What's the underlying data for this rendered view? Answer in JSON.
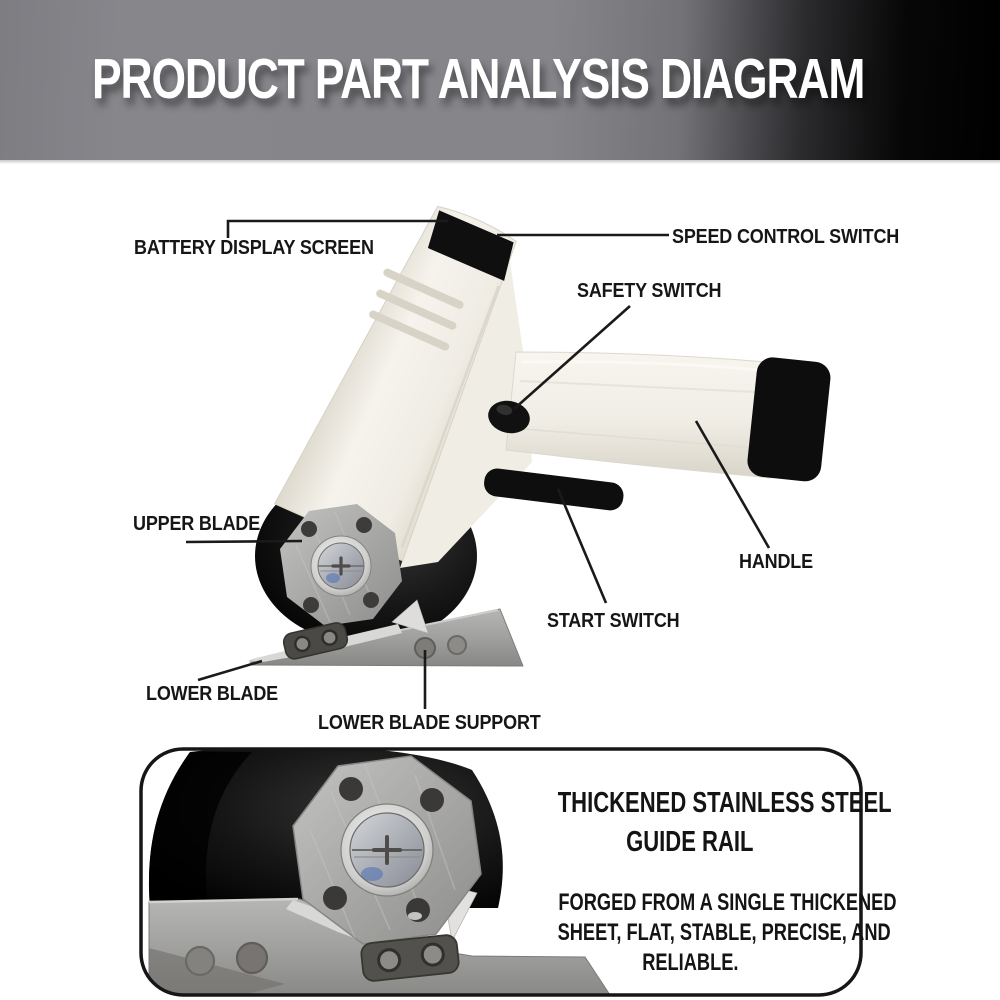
{
  "header": {
    "title": "PRODUCT PART ANALYSIS DIAGRAM"
  },
  "labels": {
    "battery_display_screen": "BATTERY DISPLAY SCREEN",
    "speed_control_switch": "SPEED CONTROL SWITCH",
    "safety_switch": "SAFETY SWITCH",
    "upper_blade": "UPPER BLADE",
    "handle": "HANDLE",
    "start_switch": "START SWITCH",
    "lower_blade": "LOWER BLADE",
    "lower_blade_support": "LOWER BLADE SUPPORT"
  },
  "panel": {
    "title_line1": "THICKENED STAINLESS STEEL",
    "title_line2": "GUIDE RAIL",
    "desc_line1": "FORGED FROM A SINGLE THICKENED",
    "desc_line2": "SHEET, FLAT, STABLE, PRECISE, AND",
    "desc_line3": "RELIABLE."
  },
  "colors": {
    "banner_gray": "#85858a",
    "banner_black": "#000000",
    "body_white": "#f2efe8",
    "accent_black": "#0e0e0e",
    "steel_gray": "#a9a9a7",
    "label_text": "#161616"
  }
}
